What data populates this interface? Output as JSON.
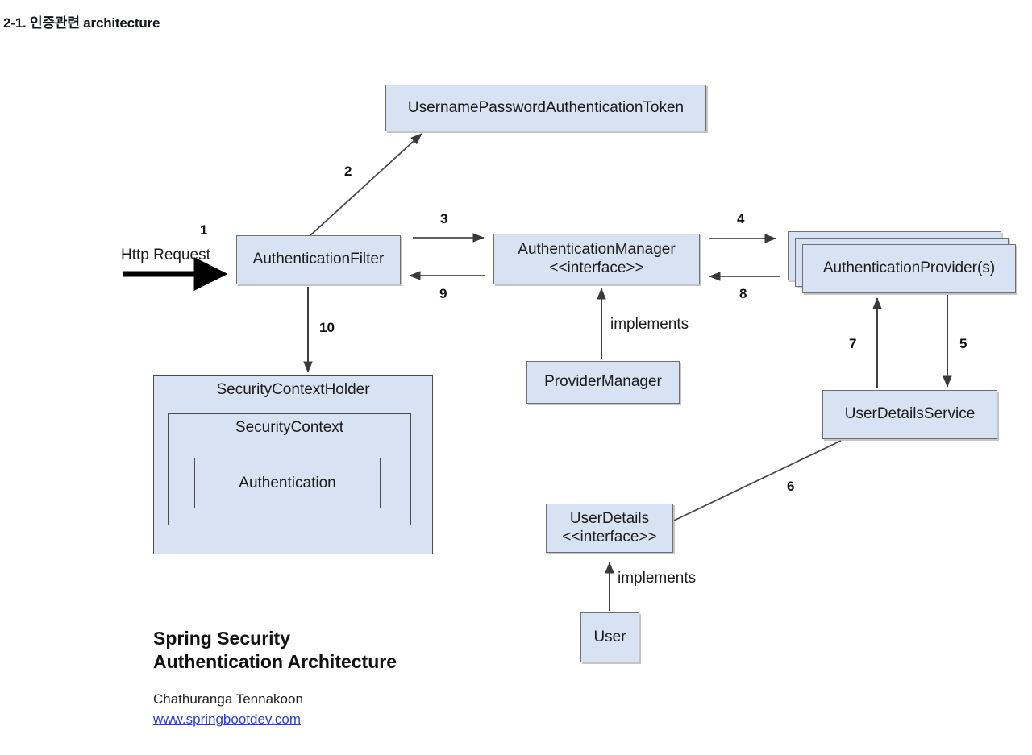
{
  "page": {
    "title": "2-1. 인증관련 architecture",
    "background": "#ffffff"
  },
  "diagram": {
    "type": "flow-architecture",
    "node_fill": "#d7e3f2",
    "node_border": "#6f6f6f",
    "nodes": [
      {
        "id": "token",
        "label": "UsernamePasswordAuthenticationToken"
      },
      {
        "id": "filter",
        "label": "AuthenticationFilter"
      },
      {
        "id": "manager",
        "label": "AuthenticationManager\n<<interface>>"
      },
      {
        "id": "provider",
        "label": "AuthenticationProvider(s)"
      },
      {
        "id": "providermgr",
        "label": "ProviderManager"
      },
      {
        "id": "userservice",
        "label": "UserDetailsService"
      },
      {
        "id": "userdetails",
        "label": "UserDetails\n<<interface>>"
      },
      {
        "id": "user",
        "label": "User"
      },
      {
        "id": "holder",
        "label": "SecurityContextHolder"
      },
      {
        "id": "context",
        "label": "SecurityContext"
      },
      {
        "id": "auth",
        "label": "Authentication"
      }
    ],
    "edges": [
      {
        "id": "e1",
        "label": "1",
        "from": "http-request",
        "to": "filter"
      },
      {
        "id": "e2",
        "label": "2",
        "from": "filter",
        "to": "token"
      },
      {
        "id": "e3",
        "label": "3",
        "from": "filter",
        "to": "manager"
      },
      {
        "id": "e4",
        "label": "4",
        "from": "manager",
        "to": "provider"
      },
      {
        "id": "e5",
        "label": "5",
        "from": "provider",
        "to": "userservice"
      },
      {
        "id": "e6",
        "label": "6",
        "from": "userservice",
        "to": "userdetails"
      },
      {
        "id": "e7",
        "label": "7",
        "from": "userservice",
        "to": "provider"
      },
      {
        "id": "e8",
        "label": "8",
        "from": "provider",
        "to": "manager"
      },
      {
        "id": "e9",
        "label": "9",
        "from": "manager",
        "to": "filter"
      },
      {
        "id": "e10",
        "label": "10",
        "from": "filter",
        "to": "holder"
      }
    ],
    "text_labels": [
      {
        "id": "http-request",
        "label": "Http Request"
      },
      {
        "id": "implements-manager",
        "label": "implements"
      },
      {
        "id": "implements-details",
        "label": "implements"
      }
    ]
  },
  "caption": {
    "title": "Spring Security\nAuthentication Architecture",
    "author": "Chathuranga Tennakoon",
    "link": "www.springbootdev.com",
    "link_color": "#2a3fd0"
  }
}
